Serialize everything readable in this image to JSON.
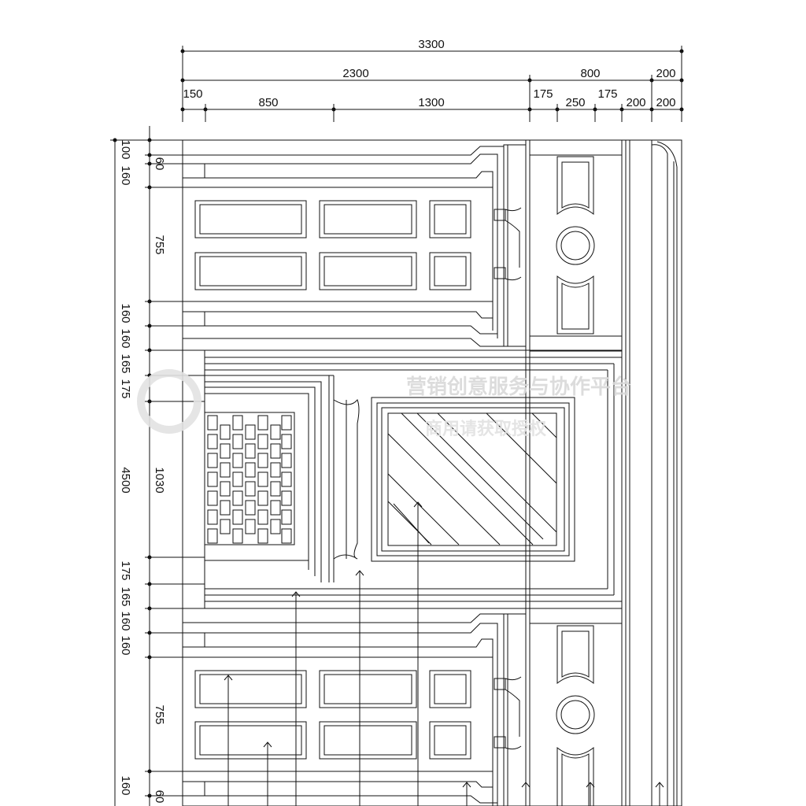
{
  "drawing": {
    "top_dimensions": {
      "row1": [
        "3300"
      ],
      "row2": [
        "2300",
        "800",
        "200"
      ],
      "row3": [
        "150",
        "850",
        "1300",
        "175",
        "250",
        "175",
        "200",
        "200"
      ]
    },
    "left_dimensions": {
      "outer": [
        "100",
        "160",
        "4500",
        "160",
        "160",
        "165",
        "175",
        "175",
        "165",
        "160",
        "160",
        "160"
      ],
      "inner": [
        "60",
        "755",
        "1030",
        "755",
        "60"
      ]
    },
    "watermark": {
      "line1": "营销创意服务与协作平台",
      "line2": "商用请获取授权"
    }
  }
}
